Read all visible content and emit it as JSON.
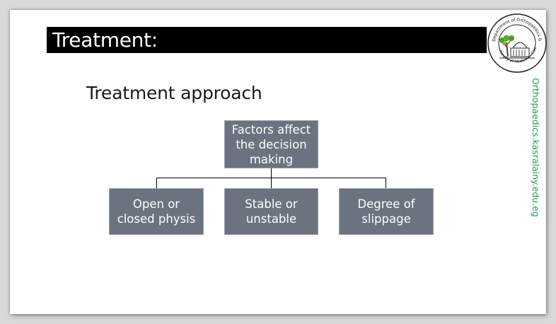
{
  "slide": {
    "title": "Treatment:",
    "subtitle": "Treatment approach",
    "side_url": "Orthopaedics.kasralainy.edu.eg",
    "logo": {
      "icon": "department-seal-logo",
      "top_arc_text": "Department of Orthopaedics & Traumatology",
      "bottom_arc_text": "Faculty of Medicine - Cairo University",
      "left_text": "Kasr Al Ainy"
    }
  },
  "diagram": {
    "root": "Factors affect the decision making",
    "children": [
      "Open or closed physis",
      "Stable or unstable",
      "Degree of slippage"
    ]
  },
  "colors": {
    "title_bar": "#000000",
    "box_fill": "#6b7380",
    "url_text": "#1aa04a"
  }
}
